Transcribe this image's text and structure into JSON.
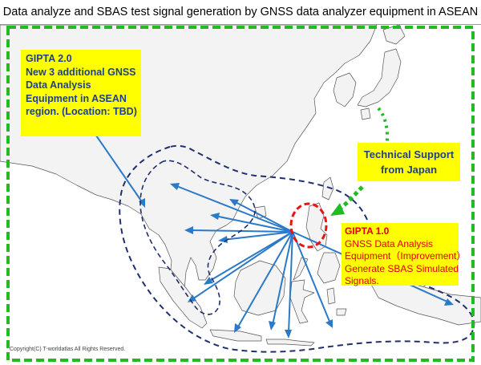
{
  "title": "Data analyze and SBAS test signal generation by GNSS data analyzer equipment in ASEAN",
  "callouts": {
    "gipta2": {
      "lines": [
        "GIPTA 2.0",
        "New 3 additional GNSS",
        "Data  Analysis",
        "Equipment in ASEAN",
        "region. (Location: TBD)"
      ]
    },
    "support": {
      "lines": [
        "Technical Support",
        "from Japan"
      ]
    },
    "gipta1": {
      "heading": "GIPTA 1.0",
      "lines": [
        "GNSS Data Analysis",
        "Equipment（Improvement）",
        "Generate SBAS Simulated",
        "Signals."
      ]
    }
  },
  "copyright": "Copyright(C) T-worldatlas All Rights Reserved.",
  "colors": {
    "frame_green": "#22bb22",
    "arrow_blue": "#2a7ac8",
    "region_outline": "#1f2f6f",
    "highlight_red": "#ee1111",
    "callout_yellow": "#ffff00",
    "land": "#f3f3f3",
    "sea": "#ffffff"
  },
  "icons": [
    "hub-circle-icon",
    "support-arrow-icon"
  ]
}
